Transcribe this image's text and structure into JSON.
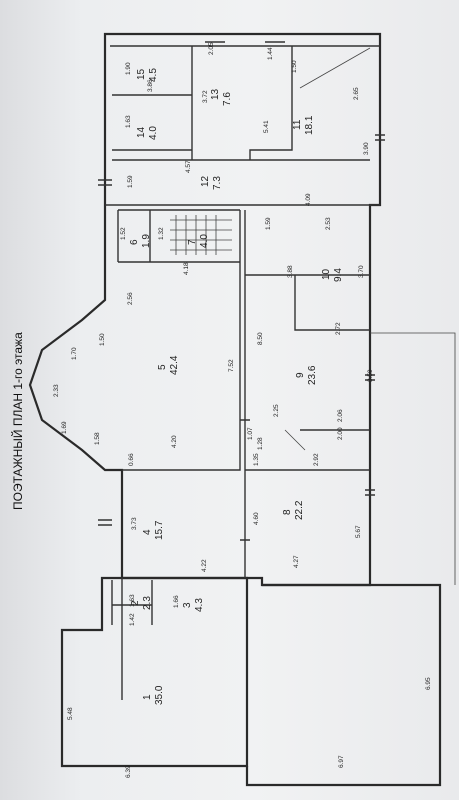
{
  "title": "ПОЭТАЖНЫЙ ПЛАН 1-го этажа",
  "rooms": [
    {
      "num": "1",
      "area": "35.0"
    },
    {
      "num": "2",
      "area": "2.3"
    },
    {
      "num": "3",
      "area": "4.3"
    },
    {
      "num": "4",
      "area": "15.7"
    },
    {
      "num": "5",
      "area": "42.4"
    },
    {
      "num": "6",
      "area": "1.9"
    },
    {
      "num": "7",
      "area": "4.0"
    },
    {
      "num": "8",
      "area": "22.2"
    },
    {
      "num": "9",
      "area": "23.6"
    },
    {
      "num": "10",
      "area": "9.4"
    },
    {
      "num": "11",
      "area": "18.1"
    },
    {
      "num": "12",
      "area": "7.3"
    },
    {
      "num": "13",
      "area": "7.6"
    },
    {
      "num": "14",
      "area": "4.0"
    },
    {
      "num": "15",
      "area": "4.5"
    }
  ],
  "dimensions": [
    "1.90",
    "3.86",
    "1.63",
    "2.05",
    "1.44",
    "1.50",
    "3.72",
    "5.41",
    "2.65",
    "4.57",
    "1.59",
    "3.90",
    "4.09",
    "1.52",
    "1.32",
    "1.59",
    "2.53",
    "4.18",
    "3.88",
    "3.70",
    "2.56",
    "1.50",
    "1.70",
    "8.50",
    "2.72",
    "2.33",
    "7.52",
    "1.69",
    "1.58",
    "4.20",
    "2.25",
    "2.06",
    "0.66",
    "1.07",
    "1.28",
    "2.00",
    "3.59",
    "1.35",
    "2.92",
    "3.73",
    "4.60",
    "5.67",
    "4.22",
    "4.27",
    "1.63",
    "1.42",
    "1.66",
    "5.48",
    "6.95",
    "6.39",
    "6.97"
  ]
}
